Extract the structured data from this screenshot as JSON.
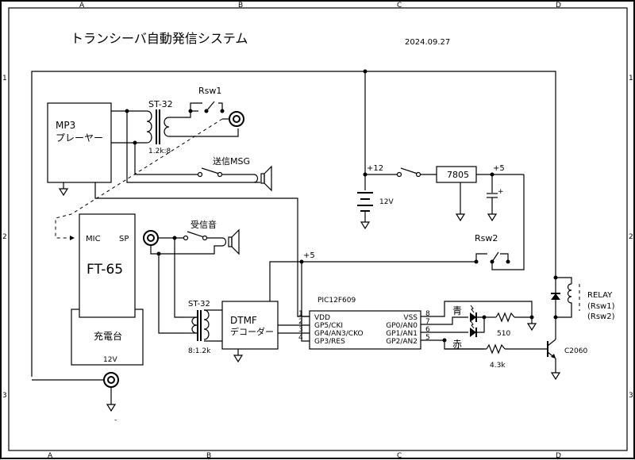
{
  "sheet": {
    "title": "トランシーバ自動発信システム",
    "date": "2024.09.27",
    "col_labels": [
      "A",
      "B",
      "C",
      "D"
    ],
    "row_labels": [
      "1",
      "2",
      "3"
    ]
  },
  "components": {
    "mp3_player": {
      "line1": "MP3",
      "line2": "プレーヤー"
    },
    "transformer_top": {
      "name": "ST-32",
      "ratio": "1.2k:8"
    },
    "transformer_bottom": {
      "name": "ST-32",
      "ratio": "8:1.2k"
    },
    "relay_switch_1": {
      "label": "Rsw1"
    },
    "relay_switch_2": {
      "label": "Rsw2"
    },
    "switch_send_msg": {
      "label": "送信MSG"
    },
    "switch_receive": {
      "label": "受信音"
    },
    "transceiver": {
      "mic": "MIC",
      "sp": "SP",
      "model": "FT-65"
    },
    "charger": {
      "label": "充電台",
      "voltage": "12V"
    },
    "battery": {
      "label": "12V"
    },
    "regulator": {
      "label": "7805"
    },
    "rail_12": {
      "label": "+12"
    },
    "rail_5_top": {
      "label": "+5"
    },
    "rail_5_mid": {
      "label": "+5"
    },
    "dtmf": {
      "line1": "DTMF",
      "line2": "デコーダー"
    },
    "pic": {
      "name": "PIC12F609",
      "left_pins": [
        {
          "num": "1",
          "name": "VDD"
        },
        {
          "num": "2",
          "name": "GP5/CKI"
        },
        {
          "num": "3",
          "name": "GP4/AN3/CKO"
        },
        {
          "num": "4",
          "name": "GP3/RES"
        }
      ],
      "right_pins": [
        {
          "num": "8",
          "name": "VSS"
        },
        {
          "num": "7",
          "name": "GP0/AN0"
        },
        {
          "num": "6",
          "name": "GP1/AN1"
        },
        {
          "num": "5",
          "name": "GP2/AN2"
        }
      ]
    },
    "led_blue": {
      "label": "青"
    },
    "led_red": {
      "label": "赤"
    },
    "resistor_led": {
      "value": "510"
    },
    "resistor_base": {
      "value": "4.3k"
    },
    "transistor": {
      "label": "C2060"
    },
    "relay": {
      "line1": "RELAY",
      "line2": "(Rsw1)",
      "line3": "(Rsw2)"
    },
    "stray_mark": "-"
  }
}
